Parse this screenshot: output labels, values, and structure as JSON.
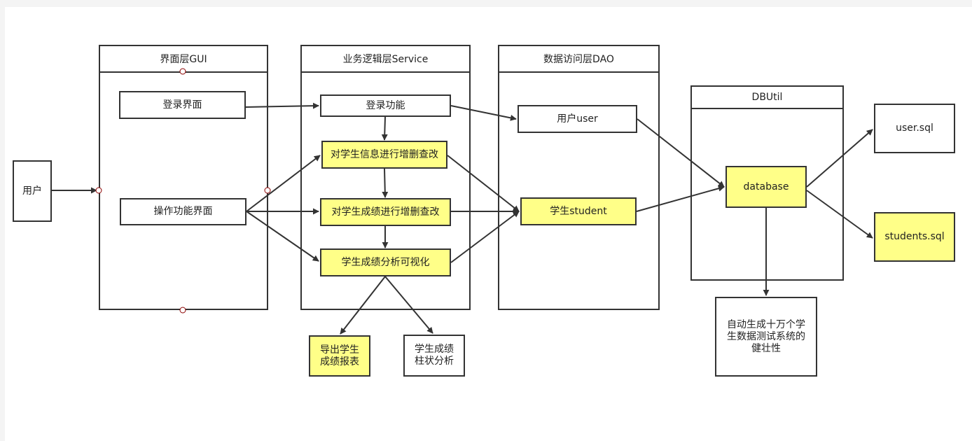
{
  "colors": {
    "line": "#333333",
    "highlight": "#ffff88",
    "port": "#8b0000"
  },
  "containers": {
    "gui": "界面层GUI",
    "service": "业务逻辑层Service",
    "dao": "数据访问层DAO",
    "dbutil": "DBUtil"
  },
  "nodes": {
    "user": "用户",
    "login_ui": "登录界面",
    "op_ui": "操作功能界面",
    "login_fn": "登录功能",
    "student_info_crud": "对学生信息进行增删查改",
    "score_crud": "对学生成绩进行增删查改",
    "score_visual": "学生成绩分析可视化",
    "export_report": "导出学生\n成绩报表",
    "bar_analysis": "学生成绩\n柱状分析",
    "dao_user": "用户user",
    "dao_student": "学生student",
    "database": "database",
    "user_sql": "user.sql",
    "students_sql": "students.sql",
    "auto_gen": "自动生成十万个学\n生数据测试系统的\n健壮性"
  },
  "edges": [
    [
      "user",
      "gui-port-left"
    ],
    [
      "login_ui",
      "login_fn"
    ],
    [
      "op_ui",
      "student_info_crud"
    ],
    [
      "op_ui",
      "score_crud"
    ],
    [
      "op_ui",
      "score_visual"
    ],
    [
      "login_fn",
      "student_info_crud"
    ],
    [
      "student_info_crud",
      "score_crud"
    ],
    [
      "score_crud",
      "score_visual"
    ],
    [
      "login_fn",
      "dao_user"
    ],
    [
      "student_info_crud",
      "dao_student"
    ],
    [
      "score_crud",
      "dao_student"
    ],
    [
      "score_visual",
      "dao_student"
    ],
    [
      "score_visual",
      "export_report"
    ],
    [
      "score_visual",
      "bar_analysis"
    ],
    [
      "dao_user",
      "database"
    ],
    [
      "dao_student",
      "database"
    ],
    [
      "database",
      "user_sql"
    ],
    [
      "database",
      "students_sql"
    ],
    [
      "database",
      "auto_gen"
    ]
  ]
}
